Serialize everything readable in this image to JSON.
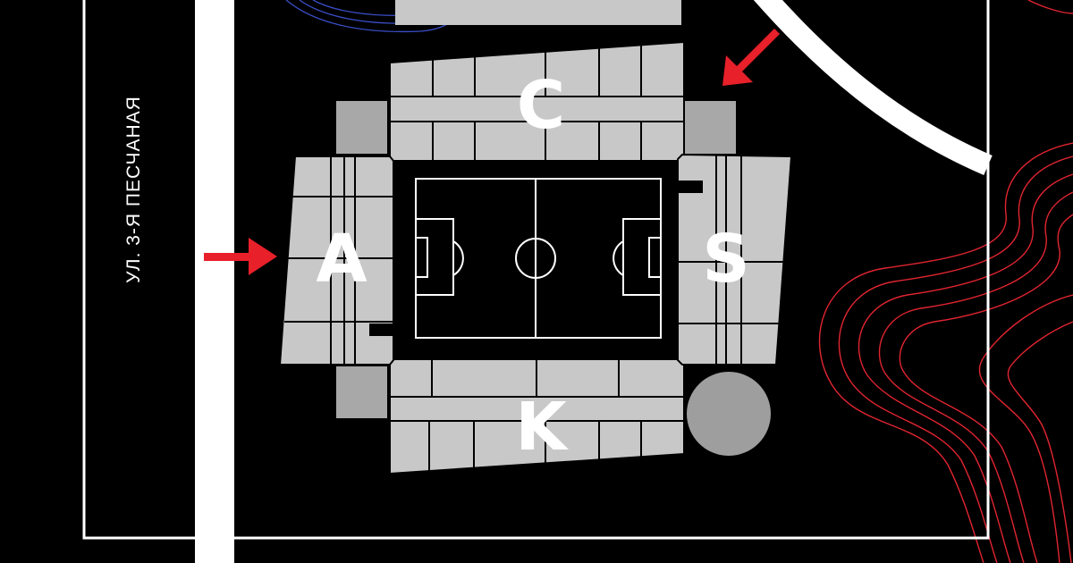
{
  "map": {
    "street_label": "УЛ. 3-Я ПЕСЧАНАЯ",
    "stands": [
      {
        "id": "C",
        "label": "C"
      },
      {
        "id": "A",
        "label": "A"
      },
      {
        "id": "S",
        "label": "S"
      },
      {
        "id": "K",
        "label": "K"
      }
    ],
    "colors": {
      "background": "#000000",
      "seating": "#c8c8c8",
      "corner": "#a8a8a8",
      "entrance_arrow": "#e8202a",
      "contour_red": "#e02530",
      "contour_blue": "#3a4fc8"
    },
    "icons": [
      "entrance-arrow-icon",
      "entrance-arrow-icon"
    ]
  }
}
